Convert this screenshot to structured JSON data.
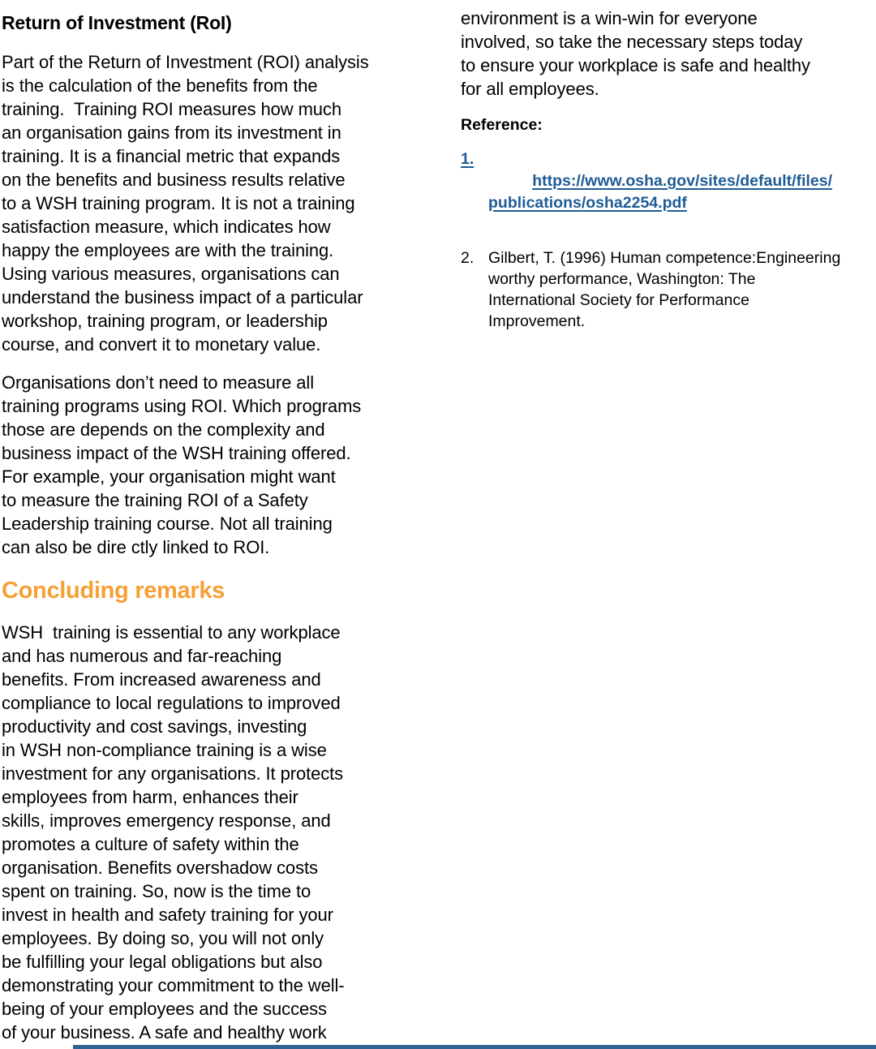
{
  "colors": {
    "heading_orange": "#F6A036",
    "link_blue": "#1F5C96",
    "footer_bar_blue": "#2F6293",
    "body_text": "#000000"
  },
  "left_column": {
    "heading_roi": "Return of Investment (RoI)",
    "para_roi_1": "Part of the Return of Investment (ROI) analysis\nis the calculation of the benefits from the\ntraining.  Training ROI measures how much\nan organisation gains from its investment in\ntraining. It is a financial metric that expands\non the benefits and business results relative\nto a WSH training program. It is not a training\nsatisfaction measure, which indicates how\nhappy the employees are with the training.\nUsing various measures, organisations can\nunderstand the business impact of a particular\nworkshop, training program, or leadership\ncourse, and convert it to monetary value.",
    "para_roi_2": "Organisations don’t need to measure all\ntraining programs using ROI. Which programs\nthose are depends on the complexity and\nbusiness impact of the WSH training offered.\nFor example, your organisation might want\nto measure the training ROI of a Safety\nLeadership training course. Not all training\ncan also be dire ctly linked to ROI.",
    "heading_concluding": "Concluding remarks",
    "para_conclusion": "WSH  training is essential to any workplace\nand has numerous and far-reaching\nbenefits. From increased awareness and\ncompliance to local regulations to improved\nproductivity and cost savings, investing\nin WSH non-compliance training is a wise\ninvestment for any organisations. It protects\nemployees from harm, enhances their\nskills, improves emergency response, and\npromotes a culture of safety within the\norganisation. Benefits overshadow costs\nspent on training. So, now is the time to\ninvest in health and safety training for your\nemployees. By doing so, you will not only\nbe fulfilling your legal obligations but also\ndemonstrating your commitment to the well-\nbeing of your employees and the success\nof your business. A safe and healthy work"
  },
  "right_column": {
    "para_conclusion_cont": "environment is a win-win for everyone\ninvolved, so take the necessary steps today\nto ensure your workplace is safe and healthy\nfor all employees.",
    "reference_heading": "Reference:",
    "references": [
      {
        "number": "1.",
        "text": "https://www.osha.gov/sites/default/files/\npublications/osha2254.pdf"
      },
      {
        "number": "2.",
        "text": "Gilbert, T. (1996) Human competence:Engineering\nworthy performance, Washington: The\nInternational Society for Performance\nImprovement."
      }
    ]
  }
}
